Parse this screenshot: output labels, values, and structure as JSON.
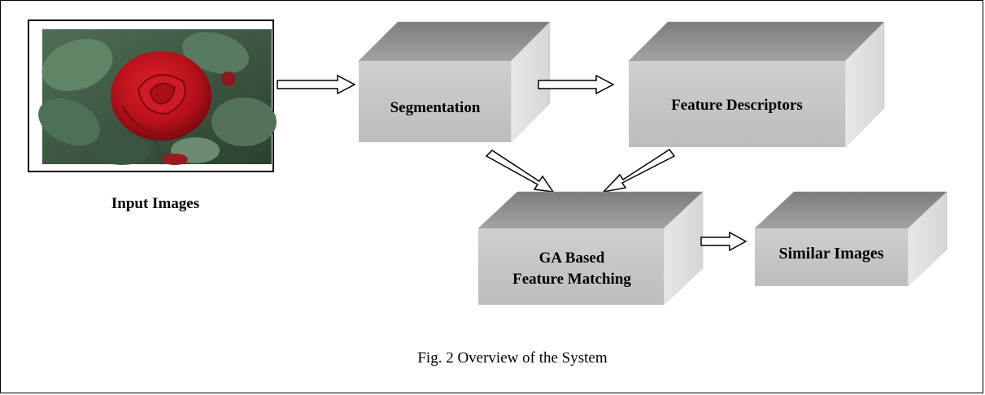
{
  "input": {
    "caption": "Input Images",
    "photo_subject": "rose-photo"
  },
  "boxes": {
    "segmentation": "Segmentation",
    "feature_descriptors": "Feature Descriptors",
    "matching_line1": "GA Based",
    "matching_line2": "Feature Matching",
    "similar_images": "Similar Images"
  },
  "caption": "Fig. 2 Overview of the System",
  "colors": {
    "box_front": "#c8c8c8",
    "box_top": "#8f8f8f",
    "box_side": "#e2e2e2",
    "rose": "#c4141c",
    "leaves": "#3d5f44"
  }
}
